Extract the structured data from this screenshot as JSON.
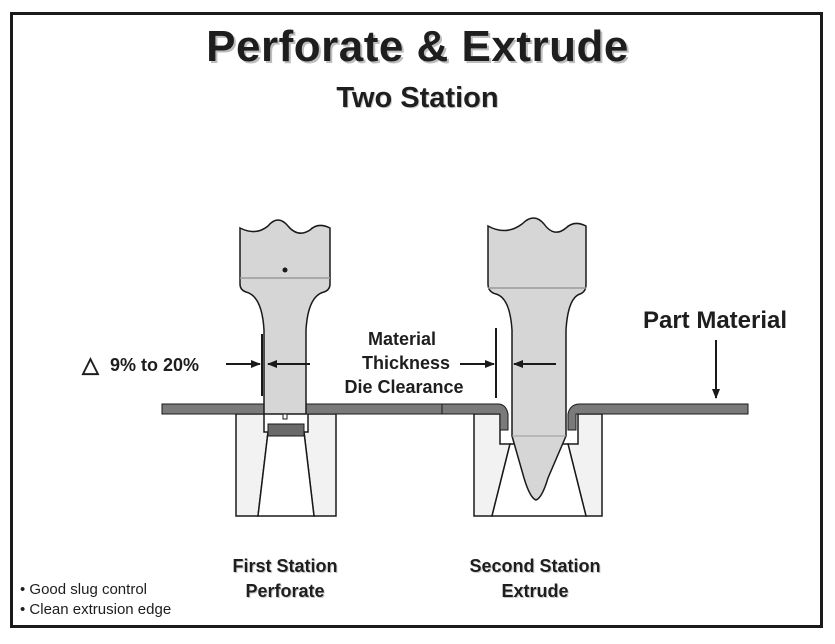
{
  "title": "Perforate & Extrude",
  "subtitle": "Two Station",
  "labels": {
    "clearance_range": "9% to 20%",
    "delta_symbol": "△",
    "material_line1": "Material",
    "material_line2": "Thickness",
    "material_line3": "Die Clearance",
    "part_material": "Part Material"
  },
  "stations": [
    {
      "line1": "First Station",
      "line2": "Perforate"
    },
    {
      "line1": "Second Station",
      "line2": "Extrude"
    }
  ],
  "notes": [
    "• Good slug control",
    "• Clean extrusion edge"
  ],
  "colors": {
    "punch_fill": "#d6d6d6",
    "strip_fill": "#7a7a7a",
    "die_fill": "#f2f2f2",
    "outline": "#1a1a1a"
  }
}
